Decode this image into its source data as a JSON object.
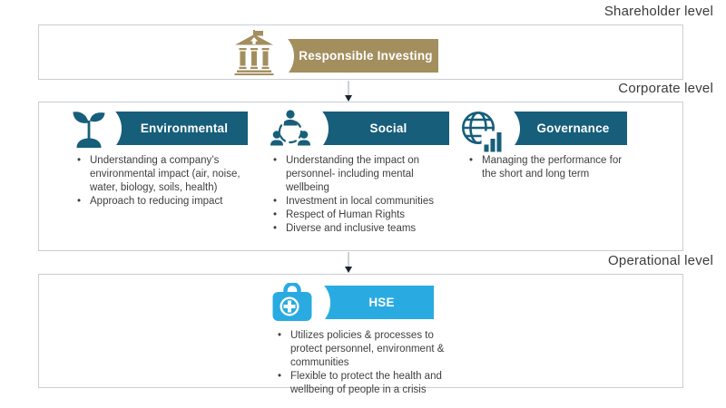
{
  "labels": {
    "shareholder": "Shareholder level",
    "corporate": "Corporate level",
    "operational": "Operational level"
  },
  "shareholder": {
    "banner": "Responsible Investing",
    "icon": "bank-icon"
  },
  "corporate": {
    "columns": [
      {
        "title": "Environmental",
        "icon": "seedling-icon",
        "bullets": [
          "Understanding a company’s environmental impact (air, noise, water, biology, soils, health)",
          "Approach to reducing impact"
        ]
      },
      {
        "title": "Social",
        "icon": "people-network-icon",
        "bullets": [
          "Understanding the impact on personnel- including mental wellbeing",
          "Investment in local communities",
          "Respect of Human Rights",
          "Diverse and inclusive teams"
        ]
      },
      {
        "title": "Governance",
        "icon": "globe-chart-icon",
        "bullets": [
          "Managing the performance for the short and long term"
        ]
      }
    ]
  },
  "operational": {
    "title": "HSE",
    "icon": "first-aid-kit-icon",
    "bullets": [
      "Utilizes policies & processes to protect personnel, environment & communities",
      "Flexible to protect the health and wellbeing of people in a crisis"
    ]
  },
  "colors": {
    "gold": "#A38E5E",
    "teal_blue": "#175E7B",
    "light_blue": "#29ABE2",
    "body_text": "#3F3F3F",
    "box_border": "#C9CED4",
    "arrow_line": "#CDD2D7",
    "arrow_head": "#1B2430"
  }
}
